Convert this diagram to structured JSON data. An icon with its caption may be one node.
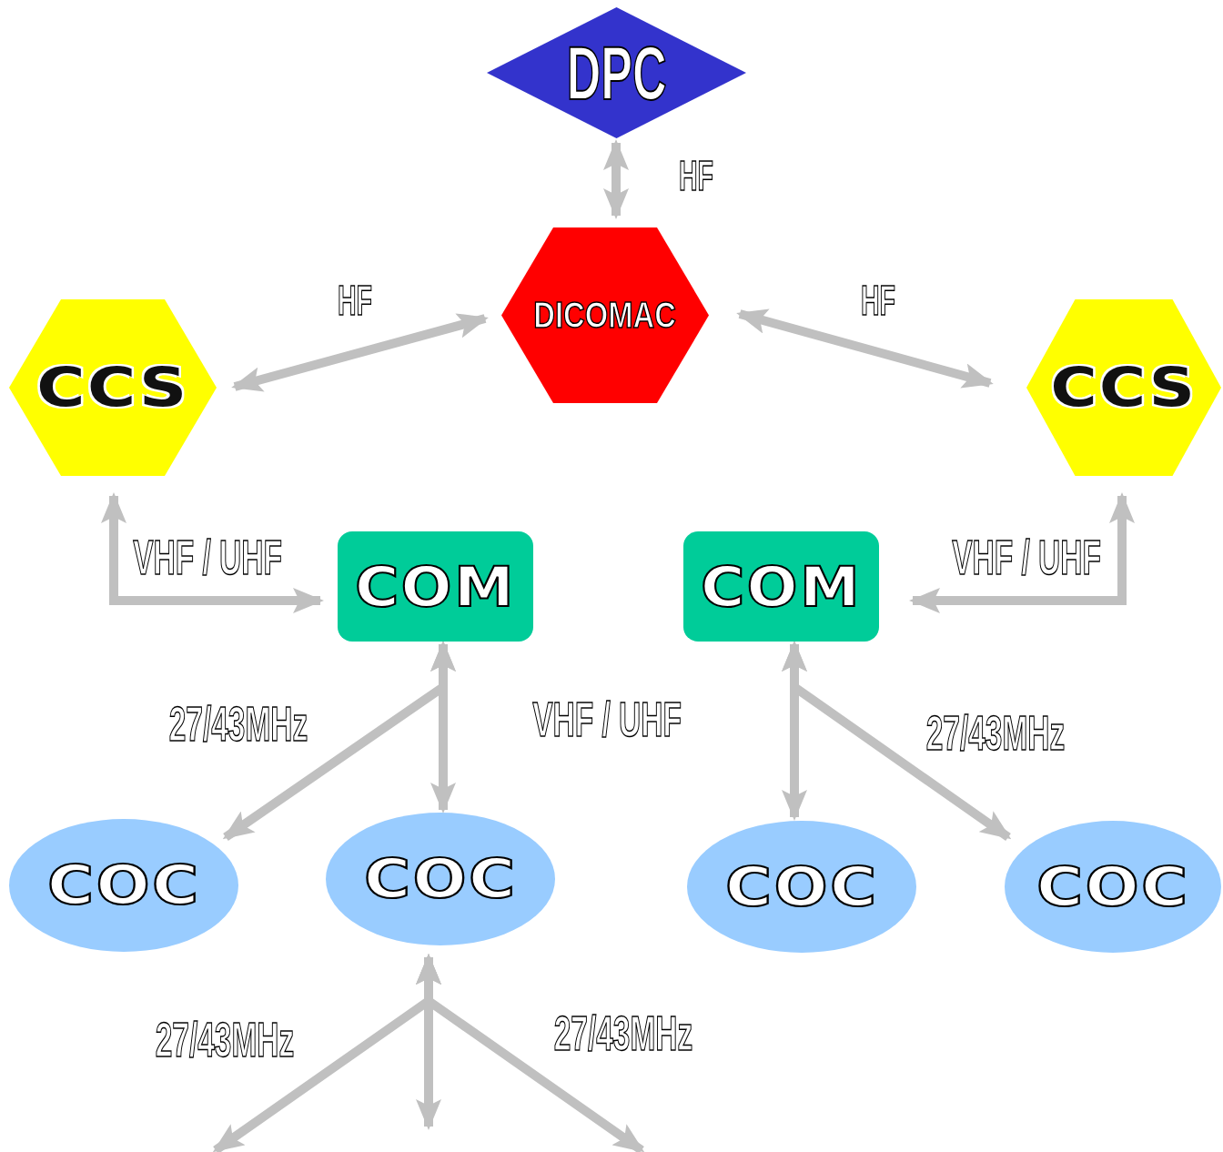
{
  "diagram": {
    "nodes": [
      {
        "text": [
          "DPC"
        ]
      },
      {
        "text": [
          "DICOMAC"
        ]
      },
      {
        "text": [
          "CCS"
        ]
      },
      {
        "text": [
          "CCS"
        ]
      },
      {
        "text": [
          "COM"
        ]
      },
      {
        "text": [
          "COM"
        ]
      },
      {
        "text": [
          "COC"
        ]
      },
      {
        "text": [
          "COC"
        ]
      },
      {
        "text": [
          "COC"
        ]
      },
      {
        "text": [
          "COC"
        ]
      }
    ],
    "edges": [
      {
        "from": 0,
        "to": 1,
        "arrow": "both",
        "label": "HF"
      },
      {
        "from": 1,
        "to": 2,
        "arrow": "both",
        "label": "HF"
      },
      {
        "from": 1,
        "to": 3,
        "arrow": "both",
        "label": "HF"
      },
      {
        "from": 2,
        "to": 4,
        "arrow": "both",
        "label": "VHF / UHF"
      },
      {
        "from": 3,
        "to": 5,
        "arrow": "both",
        "label": "VHF / UHF"
      },
      {
        "from": 4,
        "to": 6,
        "arrow": "both",
        "label": "27/43MHz"
      },
      {
        "from": 4,
        "to": 7,
        "arrow": "both",
        "label": "VHF / UHF"
      },
      {
        "from": 5,
        "to": 8,
        "arrow": "both"
      },
      {
        "from": 5,
        "to": 9,
        "arrow": "both",
        "label": "27/43MHz"
      },
      {
        "from": 7,
        "to": null,
        "arrow": "both",
        "label": "27/43MHz"
      },
      {
        "from": 7,
        "to": null,
        "arrow": "both"
      },
      {
        "from": 7,
        "to": null,
        "arrow": "both",
        "label": "27/43MHz"
      }
    ]
  }
}
